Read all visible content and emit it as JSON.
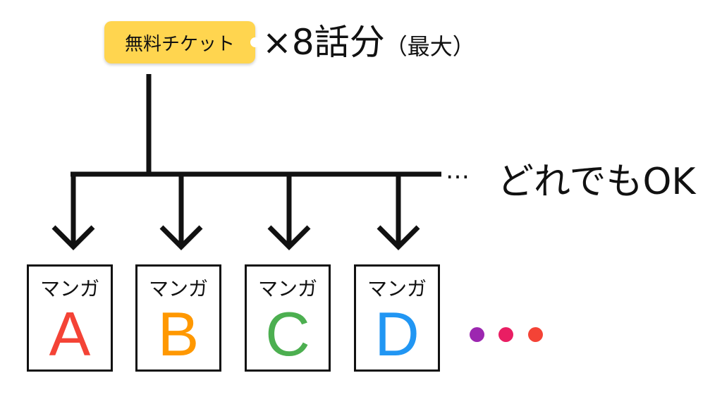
{
  "ticket": {
    "label": "無料チケット",
    "color": "#FFD54F"
  },
  "multiplier": {
    "text": "×8話分",
    "note": "（最大）"
  },
  "more": {
    "ellipsis": "…",
    "label": "どれでもOK"
  },
  "items": [
    {
      "label": "マンガ",
      "letter": "A",
      "color": "#F44336"
    },
    {
      "label": "マンガ",
      "letter": "B",
      "color": "#FF9800"
    },
    {
      "label": "マンガ",
      "letter": "C",
      "color": "#4CAF50"
    },
    {
      "label": "マンガ",
      "letter": "D",
      "color": "#2196F3"
    }
  ],
  "dots": [
    "#9C27B0",
    "#E91E63",
    "#F44336"
  ]
}
